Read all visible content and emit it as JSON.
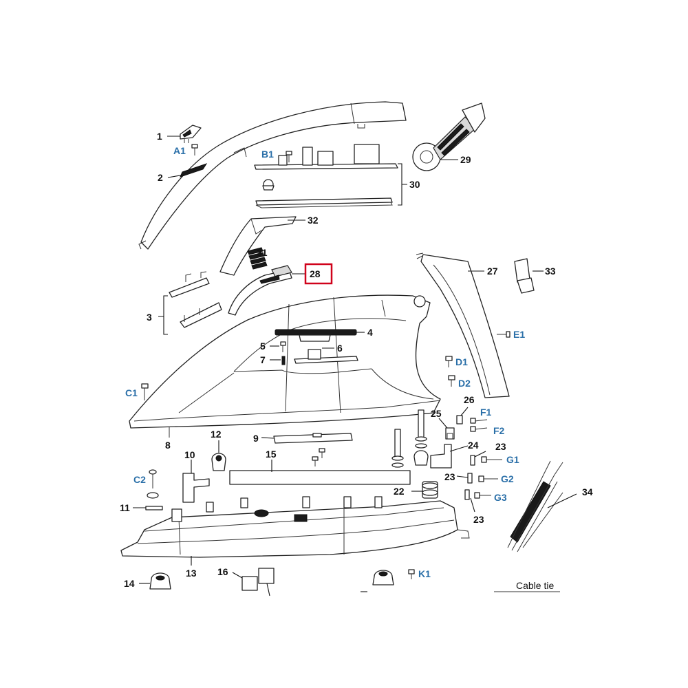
{
  "labels": {
    "p1": "1",
    "A1": "A1",
    "p2": "2",
    "B1": "B1",
    "p29": "29",
    "p30": "30",
    "p32": "32",
    "p31": "31",
    "p28": "28",
    "p27": "27",
    "p33": "33",
    "p3": "3",
    "p4": "4",
    "E1": "E1",
    "p5": "5",
    "p6": "6",
    "p7": "7",
    "D1": "D1",
    "D2": "D2",
    "C1": "C1",
    "p26": "26",
    "F1": "F1",
    "F2": "F2",
    "p25": "25",
    "p8": "8",
    "p12": "12",
    "p9": "9",
    "p10": "10",
    "p15": "15",
    "p24": "24",
    "p23a": "23",
    "G1": "G1",
    "C2": "C2",
    "p23b": "23",
    "G2": "G2",
    "p22": "22",
    "G3": "G3",
    "p34": "34",
    "p11": "11",
    "p23c": "23",
    "p16": "16",
    "p13": "13",
    "p14": "14",
    "K1": "K1"
  },
  "caption": "Cable tie",
  "highlight_color": "#d0021b",
  "callout_color": "#2a6fa8"
}
